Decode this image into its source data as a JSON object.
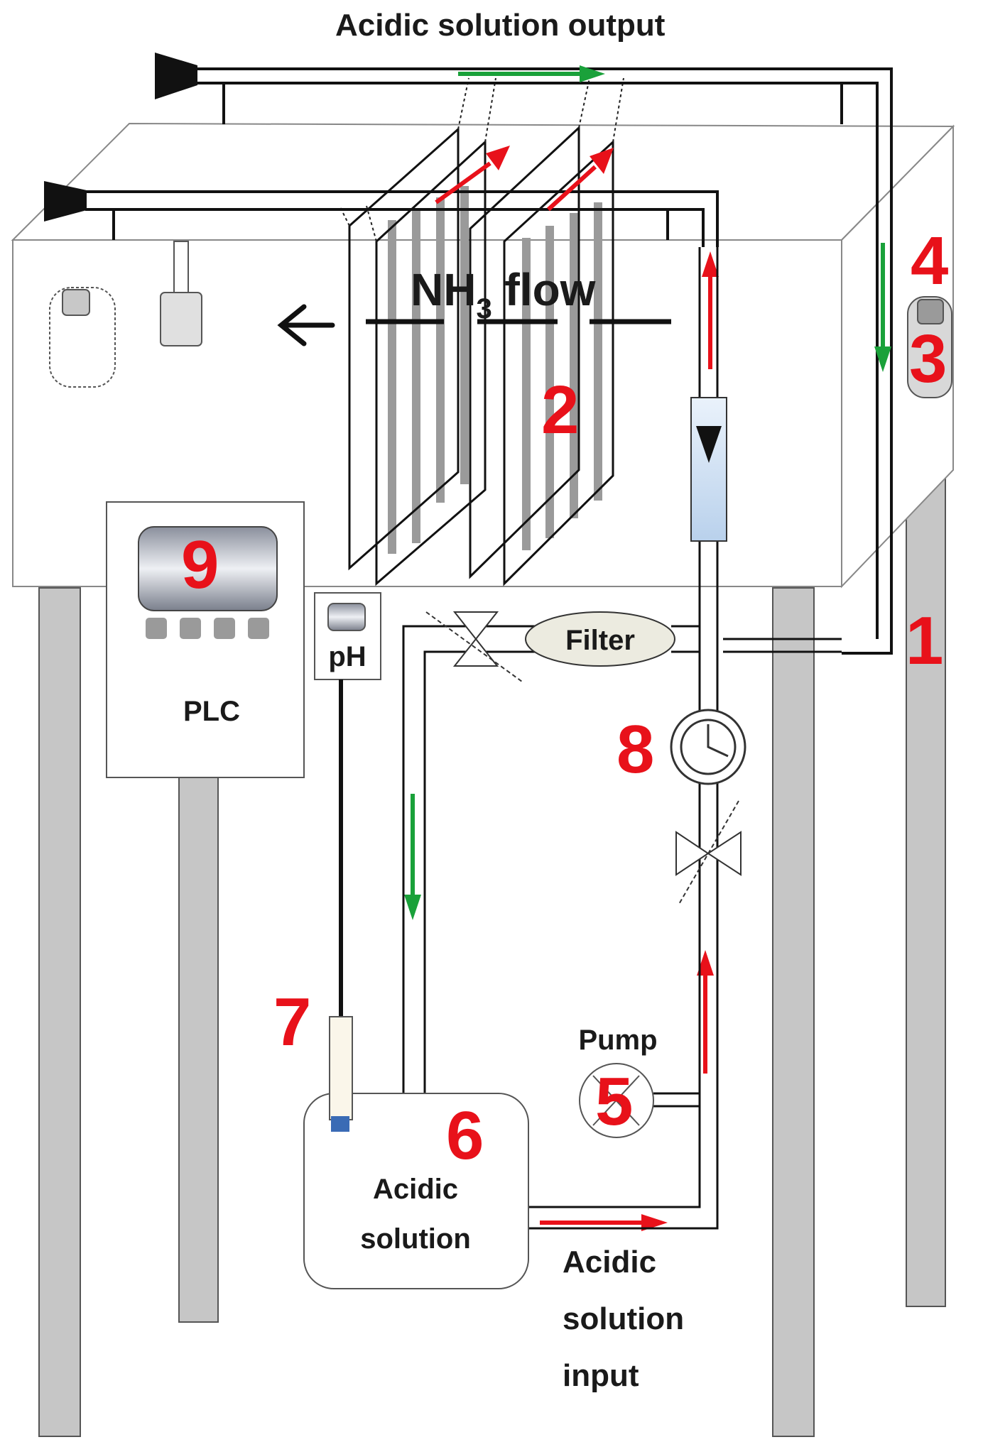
{
  "labels": {
    "output": "Acidic solution output",
    "nh3_main": "NH",
    "nh3_sub": "3",
    "nh3_flow": " flow",
    "filter": "Filter",
    "ph": "pH",
    "plc": "PLC",
    "pump": "Pump",
    "tank_line1": "Acidic",
    "tank_line2": "solution",
    "input_line1": "Acidic",
    "input_line2": "solution",
    "input_line3": "input"
  },
  "numbers": {
    "n1": "1",
    "n2": "2",
    "n3": "3",
    "n4": "4",
    "n5": "5",
    "n6": "6",
    "n7": "7",
    "n8": "8",
    "n9": "9"
  },
  "colors": {
    "accent_number": "#e8111a",
    "flow_green": "#1aa13a",
    "flow_red": "#e8111a",
    "leg_gray": "#c6c6c6",
    "membrane_gray": "#9a9a9a",
    "filter_fill": "#ecebe0",
    "flowmeter_fill": "#cfe0f2",
    "probe_tip": "#3a6bb5"
  },
  "icons": {
    "fan_inlet": "fan-icon",
    "fan_outlet": "fan-icon",
    "flowmeter": "rotameter-icon",
    "valve": "valve-icon",
    "pump": "pump-icon",
    "gauge": "pressure-gauge-icon",
    "sensor": "sensor-icon"
  }
}
